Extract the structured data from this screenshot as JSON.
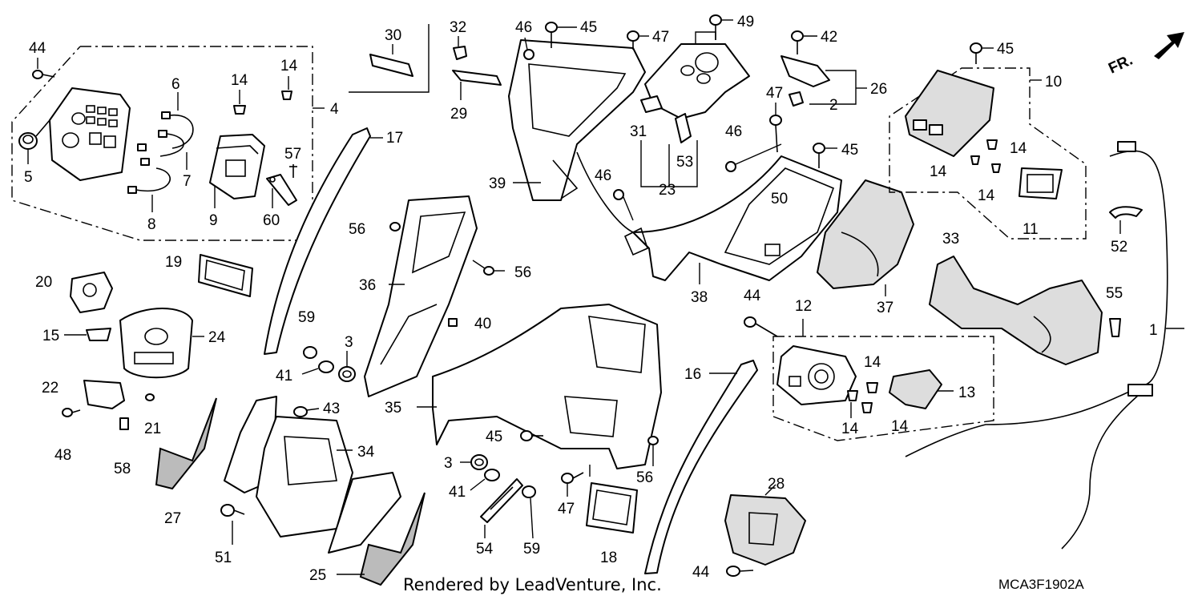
{
  "diagram": {
    "footer": "Rendered by LeadVenture, Inc.",
    "diagram_code": "MCA3F1902A",
    "direction_marker": "FR.",
    "callouts": [
      {
        "id": "c44a",
        "label": "44"
      },
      {
        "id": "c5",
        "label": "5"
      },
      {
        "id": "c6",
        "label": "6"
      },
      {
        "id": "c7",
        "label": "7"
      },
      {
        "id": "c8",
        "label": "8"
      },
      {
        "id": "c14a",
        "label": "14"
      },
      {
        "id": "c14b",
        "label": "14"
      },
      {
        "id": "c9",
        "label": "9"
      },
      {
        "id": "c57",
        "label": "57"
      },
      {
        "id": "c60",
        "label": "60"
      },
      {
        "id": "c4",
        "label": "4"
      },
      {
        "id": "c17",
        "label": "17"
      },
      {
        "id": "c30",
        "label": "30"
      },
      {
        "id": "c32",
        "label": "32"
      },
      {
        "id": "c29",
        "label": "29"
      },
      {
        "id": "c46a",
        "label": "46"
      },
      {
        "id": "c45a",
        "label": "45"
      },
      {
        "id": "c47a",
        "label": "47"
      },
      {
        "id": "c49",
        "label": "49"
      },
      {
        "id": "c42",
        "label": "42"
      },
      {
        "id": "c26",
        "label": "26"
      },
      {
        "id": "c2",
        "label": "2"
      },
      {
        "id": "c47b",
        "label": "47"
      },
      {
        "id": "c31",
        "label": "31"
      },
      {
        "id": "c53",
        "label": "53"
      },
      {
        "id": "c23",
        "label": "23"
      },
      {
        "id": "c39",
        "label": "39"
      },
      {
        "id": "c46b",
        "label": "46"
      },
      {
        "id": "c46c",
        "label": "46"
      },
      {
        "id": "c45b",
        "label": "45"
      },
      {
        "id": "c50",
        "label": "50"
      },
      {
        "id": "c38",
        "label": "38"
      },
      {
        "id": "c37",
        "label": "37"
      },
      {
        "id": "c45c",
        "label": "45"
      },
      {
        "id": "c10",
        "label": "10"
      },
      {
        "id": "c14c",
        "label": "14"
      },
      {
        "id": "c14d",
        "label": "14"
      },
      {
        "id": "c14e",
        "label": "14"
      },
      {
        "id": "c11",
        "label": "11"
      },
      {
        "id": "c52",
        "label": "52"
      },
      {
        "id": "c33",
        "label": "33"
      },
      {
        "id": "c55",
        "label": "55"
      },
      {
        "id": "c1",
        "label": "1"
      },
      {
        "id": "c19",
        "label": "19"
      },
      {
        "id": "c20",
        "label": "20"
      },
      {
        "id": "c15",
        "label": "15"
      },
      {
        "id": "c24",
        "label": "24"
      },
      {
        "id": "c22",
        "label": "22"
      },
      {
        "id": "c21",
        "label": "21"
      },
      {
        "id": "c48",
        "label": "48"
      },
      {
        "id": "c58",
        "label": "58"
      },
      {
        "id": "c27",
        "label": "27"
      },
      {
        "id": "c59a",
        "label": "59"
      },
      {
        "id": "c3a",
        "label": "3"
      },
      {
        "id": "c41a",
        "label": "41"
      },
      {
        "id": "c56a",
        "label": "56"
      },
      {
        "id": "c56b",
        "label": "56"
      },
      {
        "id": "c36",
        "label": "36"
      },
      {
        "id": "c40",
        "label": "40"
      },
      {
        "id": "c43",
        "label": "43"
      },
      {
        "id": "c34",
        "label": "34"
      },
      {
        "id": "c51",
        "label": "51"
      },
      {
        "id": "c25",
        "label": "25"
      },
      {
        "id": "c35",
        "label": "35"
      },
      {
        "id": "c45d",
        "label": "45"
      },
      {
        "id": "c3b",
        "label": "3"
      },
      {
        "id": "c41b",
        "label": "41"
      },
      {
        "id": "c54",
        "label": "54"
      },
      {
        "id": "c59b",
        "label": "59"
      },
      {
        "id": "c47c",
        "label": "47"
      },
      {
        "id": "c56c",
        "label": "56"
      },
      {
        "id": "c18",
        "label": "18"
      },
      {
        "id": "c16",
        "label": "16"
      },
      {
        "id": "c44b",
        "label": "44"
      },
      {
        "id": "c12",
        "label": "12"
      },
      {
        "id": "c14f",
        "label": "14"
      },
      {
        "id": "c14g",
        "label": "14"
      },
      {
        "id": "c14h",
        "label": "14"
      },
      {
        "id": "c13",
        "label": "13"
      },
      {
        "id": "c28",
        "label": "28"
      },
      {
        "id": "c44c",
        "label": "44"
      }
    ]
  }
}
